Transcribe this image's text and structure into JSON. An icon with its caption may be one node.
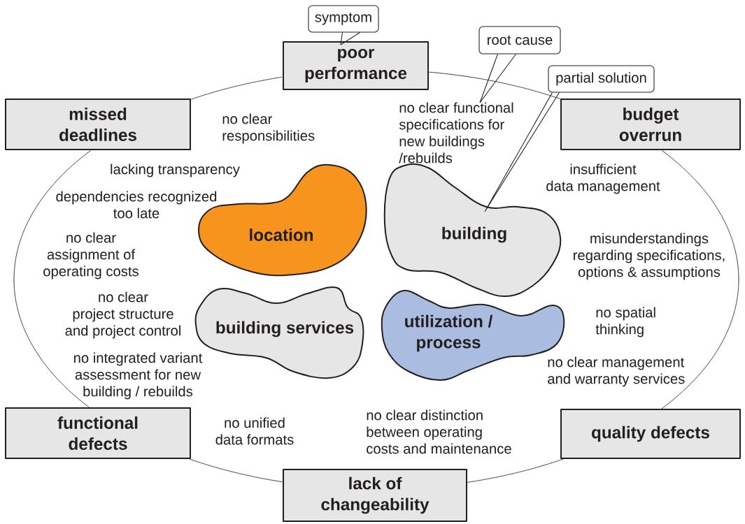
{
  "diagram": {
    "nodes": [
      {
        "text": [
          "poor performance"
        ]
      },
      {
        "text": [
          "missed deadlines"
        ]
      },
      {
        "text": [
          "budget overrun"
        ]
      },
      {
        "text": [
          "functional defects"
        ]
      },
      {
        "text": [
          "quality defects"
        ]
      },
      {
        "text": [
          "lack of changeability"
        ]
      },
      {
        "text": [
          "location"
        ]
      },
      {
        "text": [
          "building"
        ]
      },
      {
        "text": [
          "building services"
        ]
      },
      {
        "text": [
          "utilization / process"
        ]
      },
      {
        "text": [
          "symptom"
        ]
      },
      {
        "text": [
          "root cause"
        ]
      },
      {
        "text": [
          "partial solution"
        ]
      },
      {
        "text": [
          "no clear functional specifications for new buildings /rebuilds"
        ]
      }
    ],
    "edges": [
      {
        "from": 0,
        "to": 2,
        "arrow": "none"
      },
      {
        "from": 2,
        "to": 4,
        "arrow": "none"
      },
      {
        "from": 4,
        "to": 5,
        "arrow": "none"
      },
      {
        "from": 5,
        "to": 3,
        "arrow": "none"
      },
      {
        "from": 3,
        "to": 1,
        "arrow": "none"
      },
      {
        "from": 1,
        "to": 0,
        "arrow": "none"
      },
      {
        "from": 10,
        "to": 0,
        "arrow": "none"
      },
      {
        "from": 11,
        "to": 13,
        "arrow": "none"
      },
      {
        "from": 12,
        "to": 7,
        "arrow": "none"
      }
    ],
    "labels": [
      "no clear responsibilities",
      "lacking transparency",
      "dependencies recognized too late",
      "no clear assignment of operating costs",
      "no clear project structure and project control",
      "no integrated variant assessment for new building / rebuilds",
      "no unified data formats",
      "no clear distinction between operating costs and maintenance",
      "insufficient data management",
      "misunderstandings regarding specifications, options & assumptions",
      "no spatial thinking",
      "no clear management and warranty services"
    ]
  }
}
